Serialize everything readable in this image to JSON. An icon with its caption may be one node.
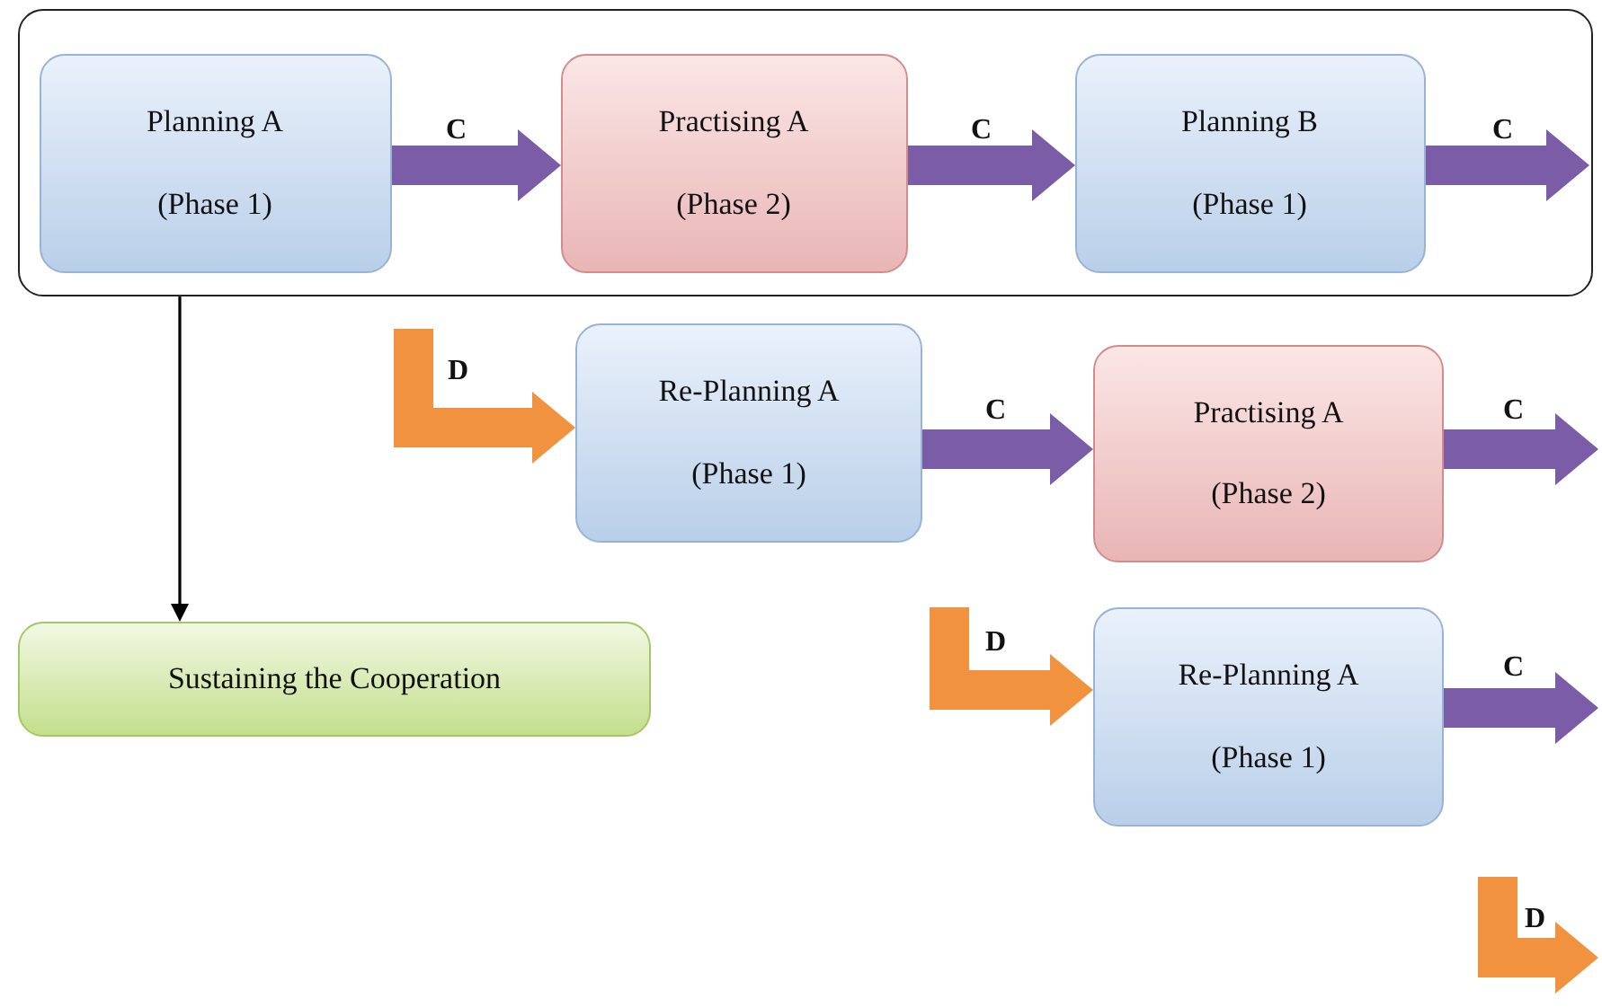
{
  "diagram": {
    "nodes": [
      {
        "text": [],
        "shape": "box"
      },
      {
        "text": [
          "Planning A",
          "(Phase 1)"
        ],
        "in": 0
      },
      {
        "text": [
          "Practising A",
          "(Phase 2)"
        ],
        "in": 0
      },
      {
        "text": [
          "Planning B",
          "(Phase 1)"
        ],
        "in": 0
      },
      {
        "text": [
          "Re-Planning A",
          "(Phase 1)"
        ]
      },
      {
        "text": [
          "Practising A",
          "(Phase 2)"
        ]
      },
      {
        "text": [
          "Sustaining the Cooperation"
        ]
      },
      {
        "text": [
          "Re-Planning A",
          "(Phase 1)"
        ]
      }
    ],
    "edges": [
      {
        "from": 1,
        "to": 2,
        "arrow": "to",
        "label": "C"
      },
      {
        "from": 2,
        "to": 3,
        "arrow": "to",
        "label": "C"
      },
      {
        "from": 3,
        "to": null,
        "arrow": "to",
        "label": "C"
      },
      {
        "from": null,
        "to": 4,
        "arrow": "to",
        "label": "D",
        "color": "#f0923e"
      },
      {
        "from": 4,
        "to": 5,
        "arrow": "to",
        "label": "C"
      },
      {
        "from": 5,
        "to": null,
        "arrow": "to",
        "label": "C"
      },
      {
        "from": 0,
        "to": 6,
        "arrow": "to",
        "color": "#000000"
      },
      {
        "from": null,
        "to": 7,
        "arrow": "to",
        "label": "D",
        "color": "#f0923e"
      },
      {
        "from": 7,
        "to": null,
        "arrow": "to",
        "label": "C"
      }
    ],
    "labels": [
      "D"
    ]
  }
}
